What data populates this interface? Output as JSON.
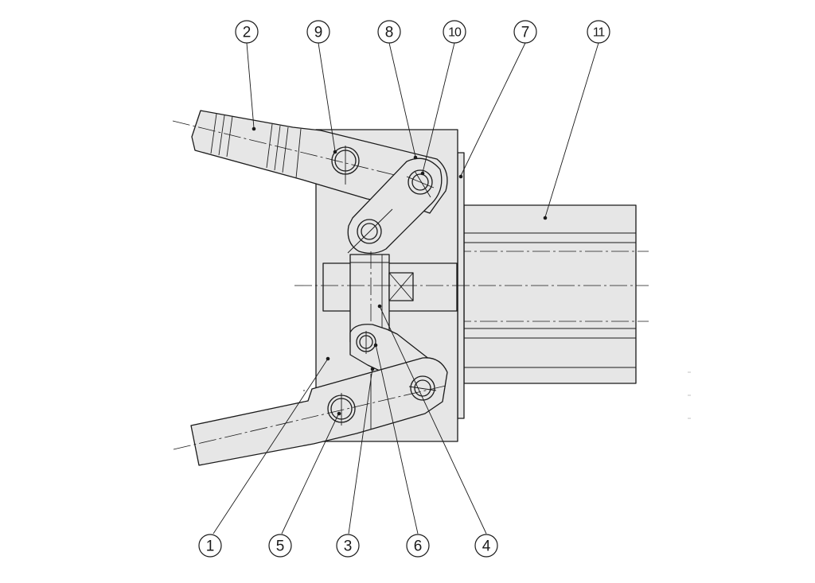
{
  "diagram": {
    "callouts": [
      {
        "id": "c1",
        "label": "1"
      },
      {
        "id": "c2",
        "label": "2"
      },
      {
        "id": "c3",
        "label": "3"
      },
      {
        "id": "c4",
        "label": "4"
      },
      {
        "id": "c5",
        "label": "5"
      },
      {
        "id": "c6",
        "label": "6"
      },
      {
        "id": "c7",
        "label": "7"
      },
      {
        "id": "c8",
        "label": "8"
      },
      {
        "id": "c9",
        "label": "9"
      },
      {
        "id": "c10",
        "label": "10"
      },
      {
        "id": "c11",
        "label": "11"
      }
    ],
    "colors": {
      "part_fill": "#e6e6e6",
      "line": "#1a1a1a",
      "background": "#ffffff"
    }
  }
}
